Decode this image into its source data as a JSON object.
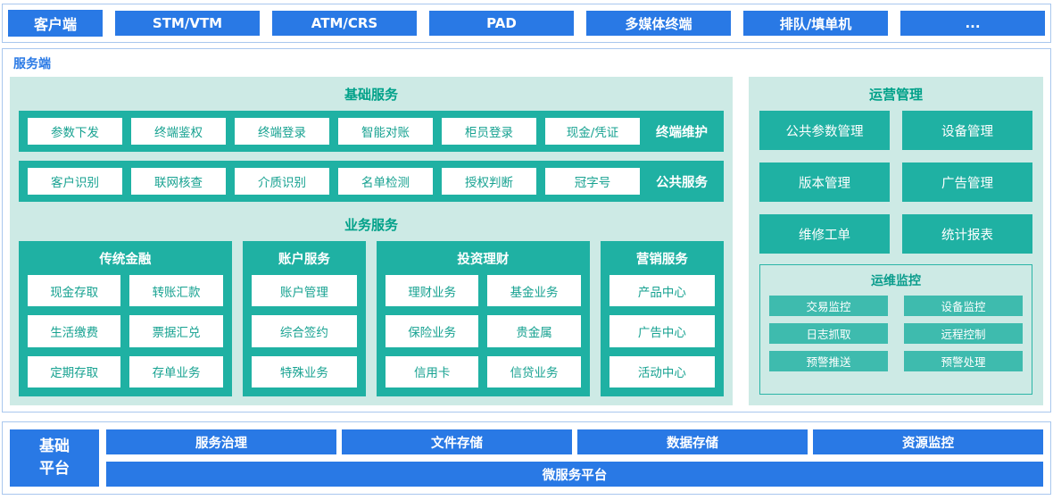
{
  "client": {
    "label": "客户端",
    "items": [
      "STM/VTM",
      "ATM/CRS",
      "PAD",
      "多媒体终端",
      "排队/填单机",
      "..."
    ]
  },
  "server": {
    "label": "服务端",
    "basic_services": {
      "title": "基础服务",
      "rows": [
        {
          "label": "终端维护",
          "items": [
            "参数下发",
            "终端鉴权",
            "终端登录",
            "智能对账",
            "柜员登录",
            "现金/凭证"
          ]
        },
        {
          "label": "公共服务",
          "items": [
            "客户识别",
            "联网核查",
            "介质识别",
            "名单检测",
            "授权判断",
            "冠字号"
          ]
        }
      ]
    },
    "business_services": {
      "title": "业务服务",
      "groups": [
        {
          "title": "传统金融",
          "columns": 2,
          "items": [
            "现金存取",
            "转账汇款",
            "生活缴费",
            "票据汇兑",
            "定期存取",
            "存单业务"
          ]
        },
        {
          "title": "账户服务",
          "columns": 1,
          "items": [
            "账户管理",
            "综合签约",
            "特殊业务"
          ]
        },
        {
          "title": "投资理财",
          "columns": 2,
          "items": [
            "理财业务",
            "基金业务",
            "保险业务",
            "贵金属",
            "信用卡",
            "信贷业务"
          ]
        },
        {
          "title": "营销服务",
          "columns": 1,
          "items": [
            "产品中心",
            "广告中心",
            "活动中心"
          ]
        }
      ]
    },
    "operations": {
      "title": "运营管理",
      "items": [
        "公共参数管理",
        "设备管理",
        "版本管理",
        "广告管理",
        "维修工单",
        "统计报表"
      ],
      "monitoring": {
        "title": "运维监控",
        "items": [
          "交易监控",
          "设备监控",
          "日志抓取",
          "远程控制",
          "预警推送",
          "预警处理"
        ]
      }
    }
  },
  "platform": {
    "label": "基础平台",
    "items": [
      "服务治理",
      "文件存储",
      "数据存储",
      "资源监控"
    ],
    "full_width": "微服务平台"
  },
  "colors": {
    "accent_blue": "#2979e5",
    "teal": "#1fb1a3",
    "mint_panel": "#cdeae5",
    "border_blue": "#a9c7ee"
  }
}
